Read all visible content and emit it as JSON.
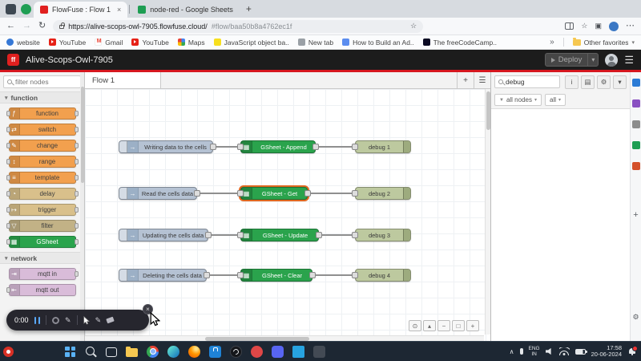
{
  "browser": {
    "tabs": [
      {
        "title": "FlowFuse : Flow 1"
      },
      {
        "title": "node-red - Google Sheets"
      }
    ],
    "url_base": "https://alive-scops-owl-7905.flowfuse.cloud/",
    "url_fragment": "#flow/baa50b8a4762ec1f",
    "bookmarks": [
      {
        "label": "website"
      },
      {
        "label": "YouTube"
      },
      {
        "label": "Gmail"
      },
      {
        "label": "YouTube"
      },
      {
        "label": "Maps"
      },
      {
        "label": "JavaScript object ba.."
      },
      {
        "label": "New tab"
      },
      {
        "label": "How to Build an Ad.."
      },
      {
        "label": "The freeCodeCamp.."
      }
    ],
    "other_favorites_label": "Other favorites"
  },
  "node_red": {
    "header": {
      "title": "Alive-Scops-Owl-7905",
      "deploy_label": "Deploy"
    },
    "palette": {
      "filter_placeholder": "filter nodes",
      "categories": [
        {
          "label": "function"
        },
        {
          "label": "network"
        }
      ],
      "function_nodes": [
        {
          "label": "function"
        },
        {
          "label": "switch"
        },
        {
          "label": "change"
        },
        {
          "label": "range"
        },
        {
          "label": "template"
        },
        {
          "label": "delay"
        },
        {
          "label": "trigger"
        },
        {
          "label": "filter"
        },
        {
          "label": "GSheet"
        }
      ],
      "network_nodes": [
        {
          "label": "mqtt in"
        },
        {
          "label": "mqtt out"
        }
      ]
    },
    "workspace": {
      "tab_label": "Flow 1",
      "flows": [
        {
          "inject": "Writing data to the cells",
          "gsheet": "GSheet - Append",
          "debug": "debug 1",
          "selected": false
        },
        {
          "inject": "Read the cells data",
          "gsheet": "GSheet - Get",
          "debug": "debug 2",
          "selected": true
        },
        {
          "inject": "Updating the cells data",
          "gsheet": "GSheet - Update",
          "debug": "debug 3",
          "selected": false
        },
        {
          "inject": "Deleting the cells data",
          "gsheet": "GSheet - Clear",
          "debug": "debug 4",
          "selected": false
        }
      ]
    },
    "debug_sidebar": {
      "search_value": "debug",
      "filter_nodes_label": "all nodes",
      "filter_level_label": "all"
    }
  },
  "recorder": {
    "time": "0:00"
  },
  "taskbar": {
    "lang_line1": "ENG",
    "lang_line2": "IN",
    "time": "17:58",
    "date": "20-06-2024"
  },
  "icons": {
    "back": "←",
    "forward": "→",
    "refresh": "↻",
    "star": "☆",
    "more": "⋯",
    "menu": "☰",
    "chevron_down": "▾",
    "chevron_up": "∧",
    "guillemet": "»",
    "plus": "+",
    "close": "×",
    "minus": "−",
    "zoom_reset": "□",
    "focus": "⊙",
    "caret_up": "▴",
    "info": "i",
    "book": "▤",
    "gear": "⚙",
    "funnel": "▼",
    "collections": "▣",
    "node_function": "ƒ",
    "node_switch": "⇄",
    "node_change": "✎",
    "node_range": "↕",
    "node_template": "≡",
    "node_delay": "◔",
    "node_trigger": "↦",
    "node_filter": "▽",
    "node_gsheet": "▦",
    "node_mqtt_in": "⇥",
    "node_mqtt_out": "⇤",
    "inject_arrow": "→",
    "pencil": "✎"
  },
  "colors": {
    "accent_red": "#d6171f",
    "gsheet_green": "#2aa34c",
    "inject_gray_blue": "#b5c2d3",
    "debug_olive": "#bdc99f",
    "selection_orange": "#e06820",
    "orange_node": "#f2a04e",
    "tan_node": "#d9c08b",
    "mqtt_pink": "#d9bcd9",
    "taskbar_bg": "#1d2733"
  }
}
